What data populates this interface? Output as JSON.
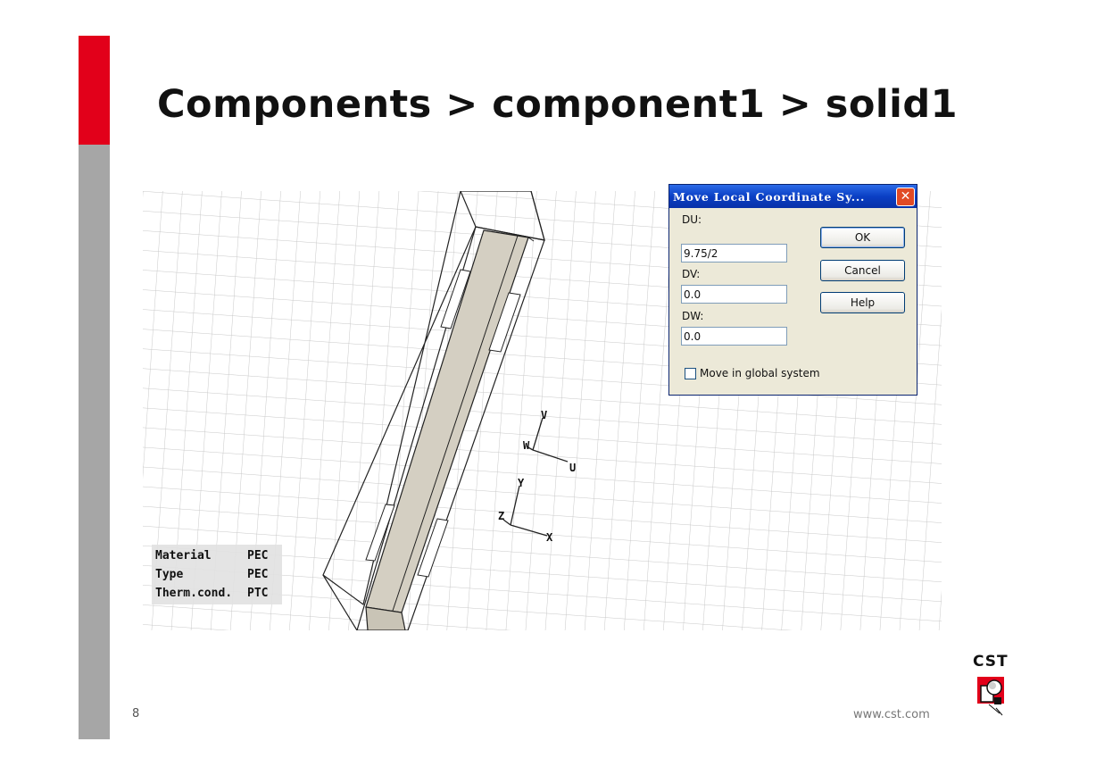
{
  "slide": {
    "title": "Components > component1 > solid1",
    "page_number": "8",
    "footer_url": "www.cst.com",
    "logo_text": "CST",
    "accent_color": "#e2001a"
  },
  "info_table": [
    {
      "key": "Material",
      "value": "PEC"
    },
    {
      "key": "Type",
      "value": "PEC"
    },
    {
      "key": "Therm.cond.",
      "value": "PTC"
    }
  ],
  "axes": {
    "local": {
      "v": "V",
      "w": "W",
      "u": "U"
    },
    "global": {
      "y": "Y",
      "z": "Z",
      "x": "X"
    }
  },
  "dialog": {
    "title": "Move Local Coordinate Sy...",
    "du_label": "DU:",
    "du_value": "9.75/2",
    "dv_label": "DV:",
    "dv_value": "0.0",
    "dw_label": "DW:",
    "dw_value": "0.0",
    "ok_label": "OK",
    "cancel_label": "Cancel",
    "help_label": "Help",
    "checkbox_label": "Move in global system",
    "checkbox_checked": false
  },
  "colors": {
    "titlebar": "#0a3fc4",
    "solid_fill": "#d4cfc2",
    "grid_line": "#c8c8c8"
  }
}
